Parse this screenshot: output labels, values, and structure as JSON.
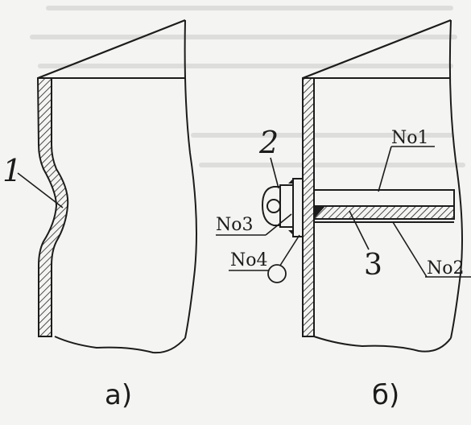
{
  "figure_a": {
    "part_label": "1",
    "caption": "а)"
  },
  "figure_b": {
    "label_2": "2",
    "label_3": "3",
    "weld_1": "No1",
    "weld_2": "No2",
    "weld_3": "No3",
    "weld_4": "No4",
    "caption": "б)"
  }
}
